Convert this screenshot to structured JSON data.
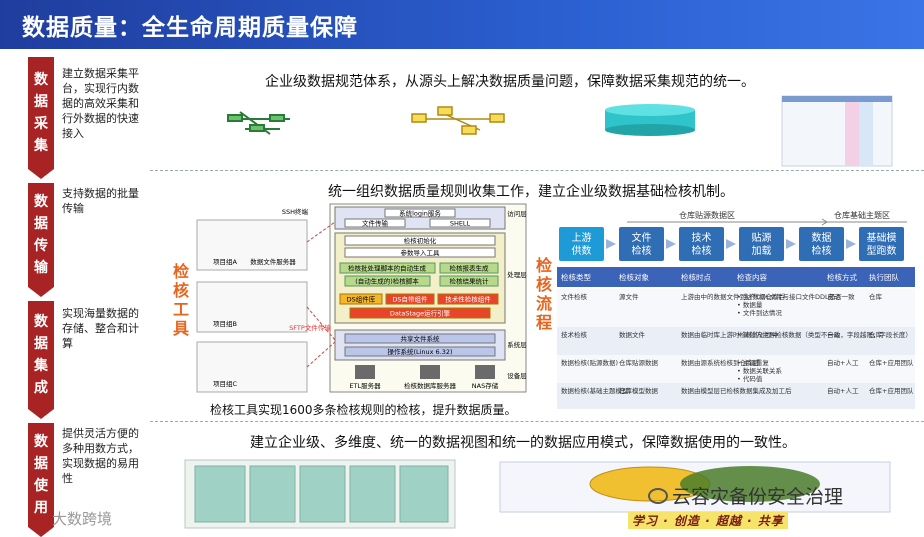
{
  "title": "数据质量：全生命周期质量保障",
  "stages": [
    {
      "chars": [
        "数",
        "据",
        "采",
        "集"
      ],
      "desc": "建立数据采集平台，实现行内数据的高效采集和行外数据的快速接入"
    },
    {
      "chars": [
        "数",
        "据",
        "传",
        "输"
      ],
      "desc": "支持数据的批量传输"
    },
    {
      "chars": [
        "数",
        "据",
        "集",
        "成"
      ],
      "desc": "实现海量数据的存储、整合和计算"
    },
    {
      "chars": [
        "数",
        "据",
        "使",
        "用"
      ],
      "desc": "提供灵活方便的多种用数方式，实现数据的易用性"
    }
  ],
  "section1": {
    "heading": "企业级数据规范体系，从源头上解决数据质量问题，保障数据采集规范的统一。"
  },
  "section2": {
    "heading": "统一组织数据质量规则收集工作，建立企业级数据基础检核机制。",
    "tool_label": "检核工具",
    "flow_label": "检核流程",
    "caption": "检核工具实现1600多条检核规则的检核，提升数据质量。",
    "tool": {
      "top_layer": "访问层",
      "logon": "系统login服务",
      "file": "文件传输",
      "shell": "SHELL",
      "init": "检核初始化",
      "params": "参数导入工具",
      "gen": "检核批处理脚本的自动生成",
      "auto": "(自动生成的)检核脚本",
      "results": "检核结果统计",
      "report": "检核报表生成",
      "ds": "DS组件库",
      "ds2": "DS自带组件",
      "tech": "技术性检核组件",
      "dsengine": "DataStage运行引擎",
      "proc_layer": "处理层",
      "share": "共享文件系统",
      "os": "操作系统(Linux 6.32)",
      "sys_layer": "系统层",
      "dev_layer": "设备层",
      "dev1": "ETL服务器",
      "dev2": "检核数据库服务器",
      "dev3": "NAS存储",
      "projA": "项目组A",
      "projB": "项目组B",
      "projC": "项目组C",
      "server": "数据文件服务器",
      "sftp": "SFTP文件传输",
      "ssh": "SSH终端"
    },
    "flow": {
      "zone1": "仓库贴源数据区",
      "zone2": "仓库基础主题区",
      "steps": [
        "上游供数",
        "文件检核",
        "技术检核",
        "贴源加载",
        "数据检核",
        "基础模型跑数"
      ],
      "headers": [
        "检核类型",
        "检核对象",
        "检核时点",
        "检查内容",
        "检核方式",
        "执行团队"
      ],
      "rows": [
        [
          "文件检核",
          "源文件",
          "上游由中的数据文件到达数据仓库后",
          "•  生产DDL文件与接口文件DDL是否一致\n•  数据量\n•  文件到达情况",
          "自动",
          "仓库"
        ],
        [
          "技术检核",
          "数据文件",
          "数据由临时库上游时检核的过程中",
          "•  单位内主导检核数据（类型不一致，字段越限，字段长度）",
          "自动",
          "仓库"
        ],
        [
          "数据检核(贴源数据)",
          "仓库贴源数据",
          "数据由源系统检核到仓库层",
          "•  主键重复\n•  数据关联关系\n•  代码值\n•  字段取值",
          "自动+人工",
          "仓库+应用团队"
        ],
        [
          "数据检核(基础主题模型)",
          "仓库模型数据",
          "数据由模型层已检核数据集成及加工后",
          "",
          "自动+人工",
          "仓库+应用团队"
        ]
      ]
    }
  },
  "section3": {
    "heading": "建立企业级、多维度、统一的数据视图和统一的数据应用模式，保障数据使用的一致性。",
    "slogan": "学习 · 创造 · 超越 · 共享"
  },
  "watermarks": {
    "left": "大数跨境",
    "right": "云容灾备份安全治理"
  },
  "colors": {
    "title_bg": "#2a55c4",
    "stage_red": "#a82424",
    "accent_orange": "#e8641c",
    "flow_blue": "#2f6db5",
    "table_head": "#3b63b8"
  }
}
